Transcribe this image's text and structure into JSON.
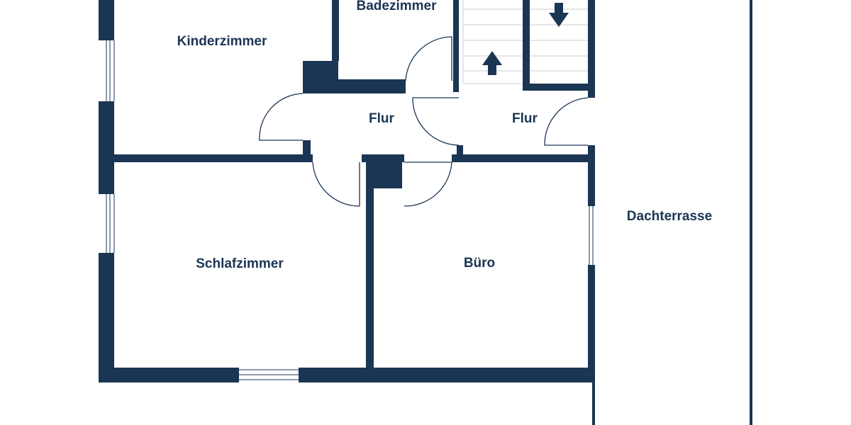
{
  "colors": {
    "wall": "#1b3554",
    "text": "#1b3554",
    "background": "#ffffff",
    "thin_line": "#c9ced5"
  },
  "rooms": {
    "kinderzimmer": "Kinderzimmer",
    "badezimmer": "Badezimmer",
    "flur_left": "Flur",
    "flur_right": "Flur",
    "schlafzimmer": "Schlafzimmer",
    "buero": "Büro",
    "dachterrasse": "Dachterrasse"
  },
  "stair_arrows": {
    "up": "arrow-up-icon",
    "down": "arrow-down-icon"
  }
}
